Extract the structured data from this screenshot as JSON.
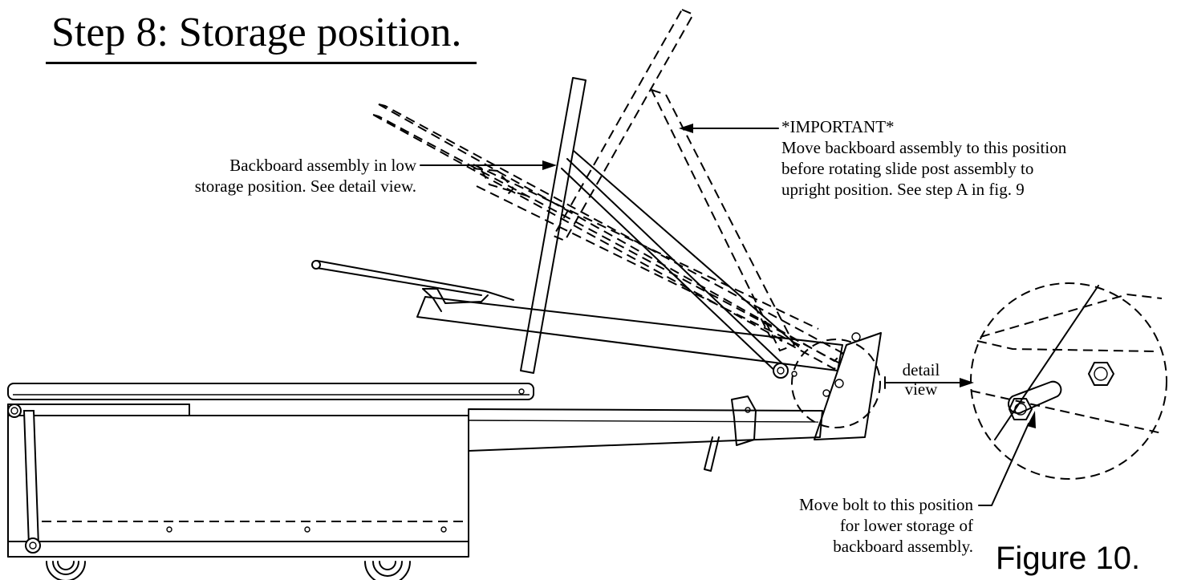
{
  "title": "Step 8: Storage position.",
  "callouts": {
    "backboard_low": {
      "line1": "Backboard assembly in low",
      "line2": "storage position. See detail view."
    },
    "important": {
      "line1": "*IMPORTANT*",
      "line2": "Move backboard assembly to this position",
      "line3": "before rotating slide post assembly to",
      "line4": "upright position. See step A in fig. 9"
    },
    "detail_view": {
      "line1": "detail",
      "line2": "view"
    },
    "move_bolt": {
      "line1": "Move bolt to this position",
      "line2": "for lower storage of",
      "line3": "backboard assembly."
    }
  },
  "figure_label": "Figure 10."
}
